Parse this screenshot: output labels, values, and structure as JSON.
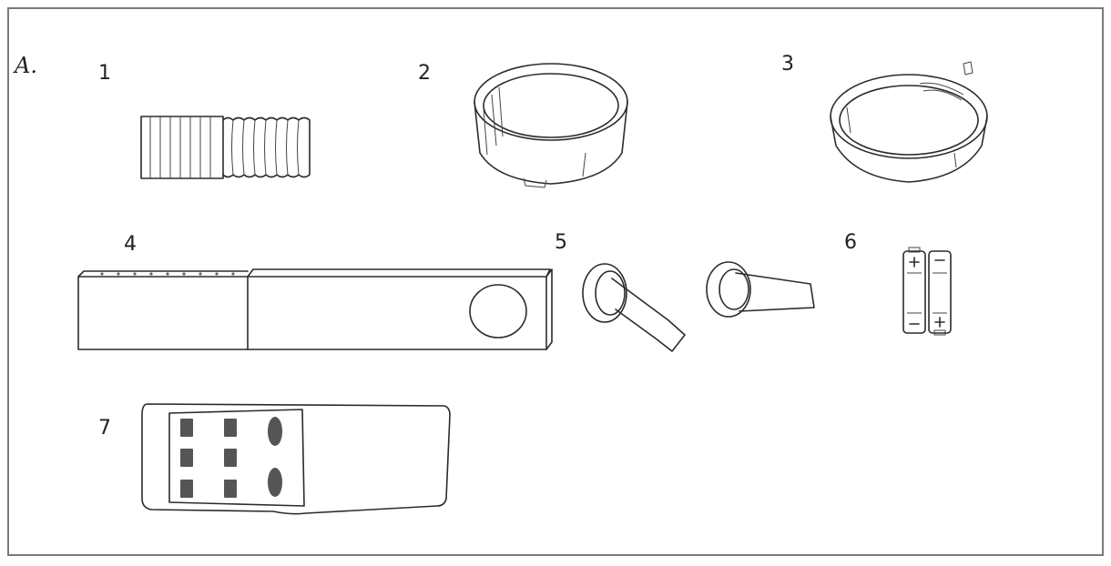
{
  "section": {
    "label": "A."
  },
  "parts": [
    {
      "number": "1",
      "icon": "exhaust-hose-icon"
    },
    {
      "number": "2",
      "icon": "hose-adapter-ring-icon"
    },
    {
      "number": "3",
      "icon": "window-adapter-ring-icon"
    },
    {
      "number": "4",
      "icon": "window-slider-kit-icon"
    },
    {
      "number": "5",
      "icon": "window-adapter-nozzles-icon"
    },
    {
      "number": "6",
      "icon": "batteries-icon"
    },
    {
      "number": "7",
      "icon": "remote-control-icon"
    }
  ],
  "colors": {
    "frame": "#7a7a7a",
    "line": "#2b2b2b",
    "button": "#555555"
  }
}
